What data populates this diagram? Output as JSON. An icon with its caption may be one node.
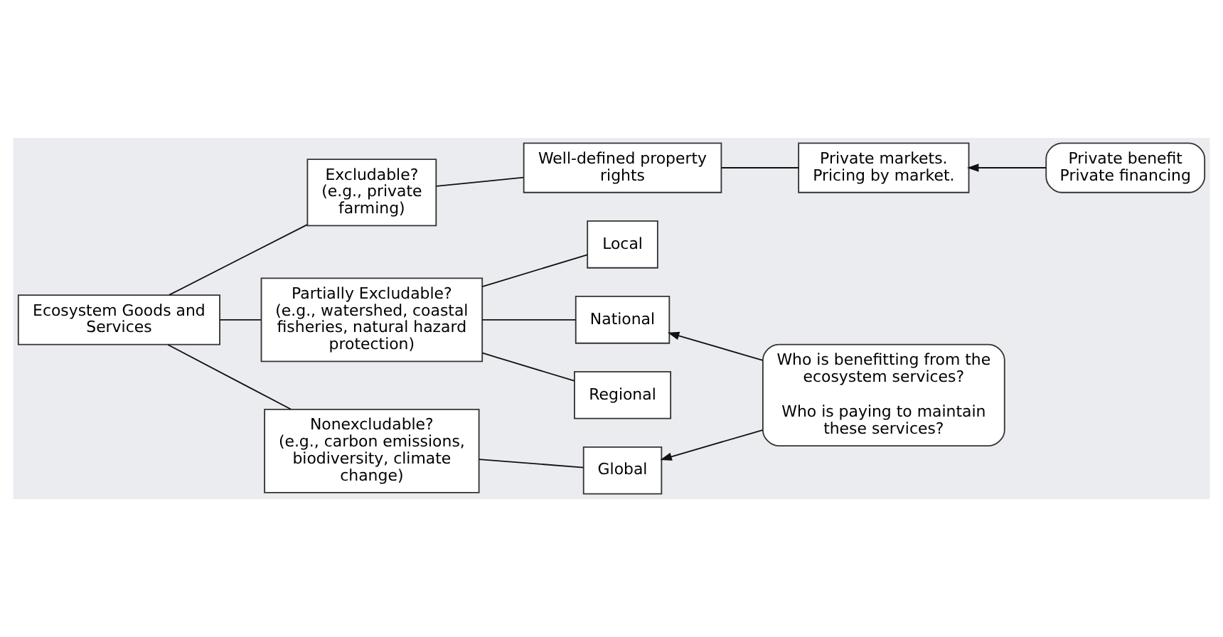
{
  "diagram": {
    "nodes": [
      {
        "text": [
          "Ecosystem Goods and Services"
        ]
      },
      {
        "text": [
          "Excludable?",
          "(e.g., private farming)"
        ]
      },
      {
        "text": [
          "Well-defined property rights"
        ]
      },
      {
        "text": [
          "Private markets. Pricing by market."
        ]
      },
      {
        "text": [
          "Private benefit Private financing"
        ]
      },
      {
        "text": [
          "Partially Excludable?",
          "(e.g., watershed, coastal fisheries, natural hazard protection)"
        ]
      },
      {
        "text": [
          "Local"
        ]
      },
      {
        "text": [
          "National"
        ]
      },
      {
        "text": [
          "Regional"
        ]
      },
      {
        "text": [
          "Who is benefitting from the ecosystem services?",
          "Who is paying to maintain these services?"
        ]
      },
      {
        "text": [
          "Nonexcludable?",
          "(e.g., carbon emissions, biodiversity, climate change)"
        ]
      },
      {
        "text": [
          "Global"
        ]
      }
    ],
    "edges": [
      {
        "from": 0,
        "to": 1,
        "arrow": "none"
      },
      {
        "from": 1,
        "to": 2,
        "arrow": "none"
      },
      {
        "from": 2,
        "to": 3,
        "arrow": "none"
      },
      {
        "from": 4,
        "to": 3,
        "arrow": "to"
      },
      {
        "from": 0,
        "to": 5,
        "arrow": "none"
      },
      {
        "from": 5,
        "to": 6,
        "arrow": "none"
      },
      {
        "from": 5,
        "to": 7,
        "arrow": "none"
      },
      {
        "from": 5,
        "to": 8,
        "arrow": "none"
      },
      {
        "from": 9,
        "to": 7,
        "arrow": "to"
      },
      {
        "from": 0,
        "to": 10,
        "arrow": "none"
      },
      {
        "from": 10,
        "to": 11,
        "arrow": "none"
      },
      {
        "from": 9,
        "to": 11,
        "arrow": "to"
      }
    ]
  }
}
